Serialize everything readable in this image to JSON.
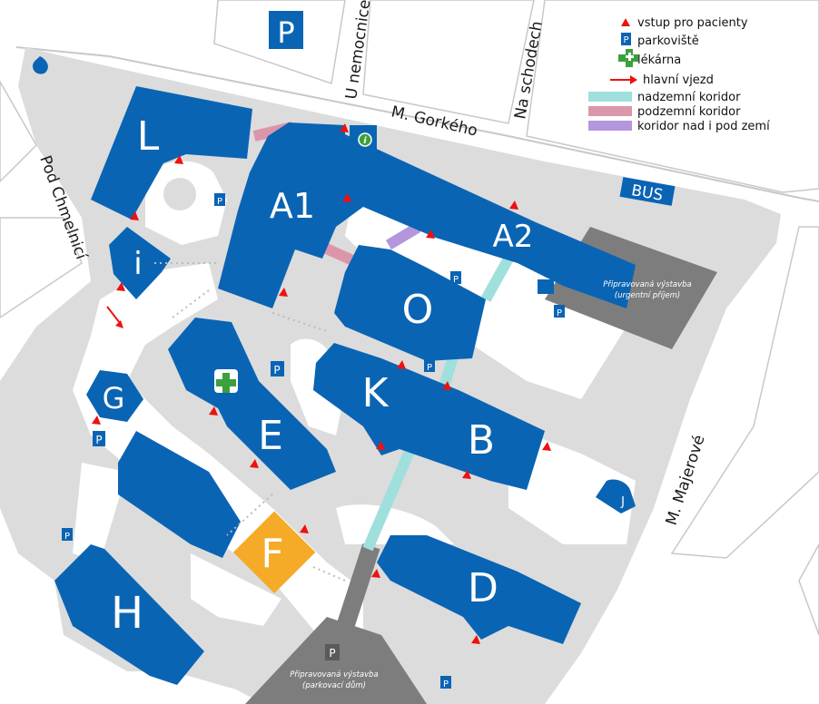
{
  "legend": {
    "entrance": "vstup pro pacienty",
    "parking": "parkoviště",
    "pharmacy": "lékárna",
    "main_entrance": "hlavní vjezd",
    "above_corridor": "nadzemní koridor",
    "under_corridor": "podzemní koridor",
    "both_corridor": "koridor nad i pod zemí"
  },
  "streets": {
    "gorkeho": "M. Gorkého",
    "u_nemocnice": "U nemocnice",
    "na_schodech": "Na schodech",
    "pod_chmelnici": "Pod Chmelnicí",
    "majerove": "M. Majerové"
  },
  "bus_label": "BUS",
  "parking_letter": "P",
  "info_letter": "i",
  "buildings": {
    "L": "L",
    "A1": "A1",
    "A2": "A2",
    "I": "i",
    "O": "O",
    "K": "K",
    "B": "B",
    "E": "E",
    "G": "G",
    "F": "F",
    "D": "D",
    "H": "H",
    "J": "J"
  },
  "notes": {
    "urgent_line1": "Připravovaná výstavba",
    "urgent_line2": "(urgentní příjem)",
    "garage_line1": "Připravovaná výstavba",
    "garage_line2": "(parkovací dům)"
  },
  "colors": {
    "building": "#0a64b4",
    "building_F": "#f5aa28",
    "ground": "#dcdcdc",
    "planned": "#7d7d7d",
    "above_corridor": "#a0e0dc",
    "under_corridor": "#dc96aa",
    "both_corridor": "#b496dc",
    "entrance": "#ee1111",
    "pharmacy": "#3ca03c"
  }
}
